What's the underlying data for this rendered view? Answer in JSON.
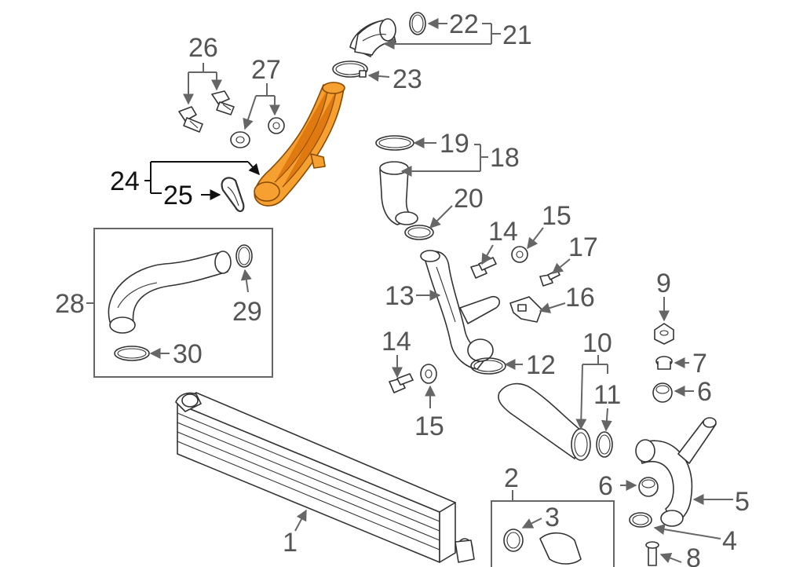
{
  "callouts": {
    "c1": "1",
    "c2": "2",
    "c3": "3",
    "c4": "4",
    "c5": "5",
    "c6a": "6",
    "c6b": "6",
    "c7": "7",
    "c8": "8",
    "c9": "9",
    "c10": "10",
    "c11": "11",
    "c12": "12",
    "c13": "13",
    "c14a": "14",
    "c14b": "14",
    "c15a": "15",
    "c15b": "15",
    "c16": "16",
    "c17": "17",
    "c18": "18",
    "c19": "19",
    "c20": "20",
    "c21": "21",
    "c22": "22",
    "c23": "23",
    "c24": "24",
    "c25": "25",
    "c26": "26",
    "c27": "27",
    "c28": "28",
    "c29": "29",
    "c30": "30"
  },
  "highlight": {
    "part_numbers": [
      "24",
      "25"
    ],
    "color": "#f5a030",
    "outline": "#8a4a00"
  },
  "colors": {
    "line": "#333333",
    "label": "#555555",
    "highlight_label": "#111111",
    "background": "#ffffff"
  }
}
